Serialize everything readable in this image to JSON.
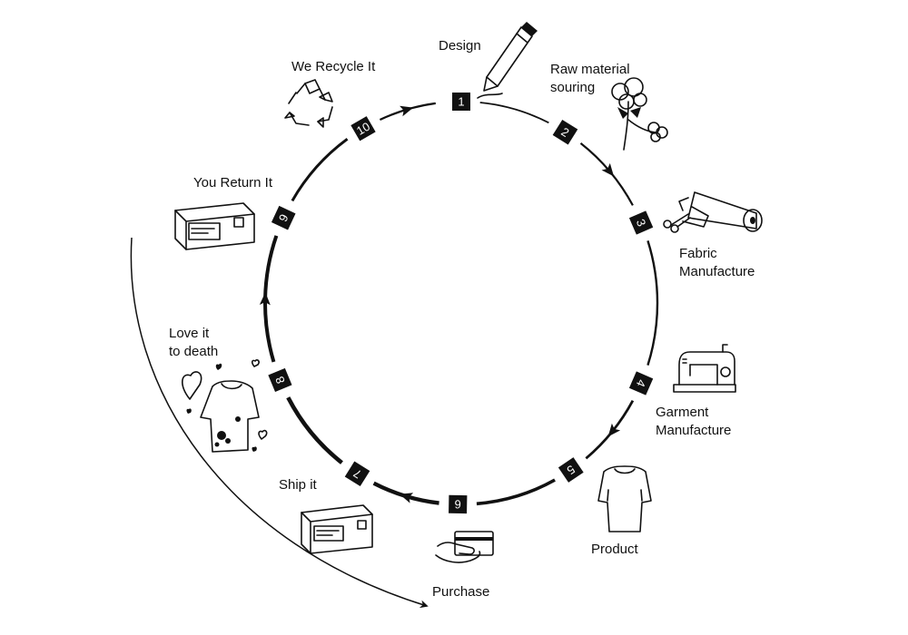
{
  "title": "",
  "steps": [
    {
      "num": "1",
      "label": "Design",
      "icon": "pencil-icon"
    },
    {
      "num": "2",
      "label": "Raw material souring",
      "icon": "cotton-plant-icon"
    },
    {
      "num": "3",
      "label": "Fabric Manufacture",
      "icon": "fabric-roll-icon"
    },
    {
      "num": "4",
      "label": "Garment Manufacture",
      "icon": "sewing-machine-icon"
    },
    {
      "num": "5",
      "label": "Product",
      "icon": "t-shirt-icon"
    },
    {
      "num": "6",
      "label": "Purchase",
      "icon": "card-payment-icon"
    },
    {
      "num": "7",
      "label": "Ship it",
      "icon": "parcel-icon"
    },
    {
      "num": "8",
      "label": "Love it to death",
      "icon": "worn-shirt-hearts-icon"
    },
    {
      "num": "9",
      "label": "You Return It",
      "icon": "return-parcel-icon"
    },
    {
      "num": "10",
      "label": "We Recycle It",
      "icon": "recycle-icon"
    }
  ],
  "label_lines": {
    "raw_1": "Raw material",
    "raw_2": "souring",
    "fabric_1": "Fabric",
    "fabric_2": "Manufacture",
    "garment_1": "Garment",
    "garment_2": "Manufacture",
    "love_1": "Love it",
    "love_2": "to death"
  },
  "colors": {
    "line": "#111111",
    "badge_bg": "#111111",
    "badge_text": "#ffffff",
    "background": "#ffffff"
  }
}
